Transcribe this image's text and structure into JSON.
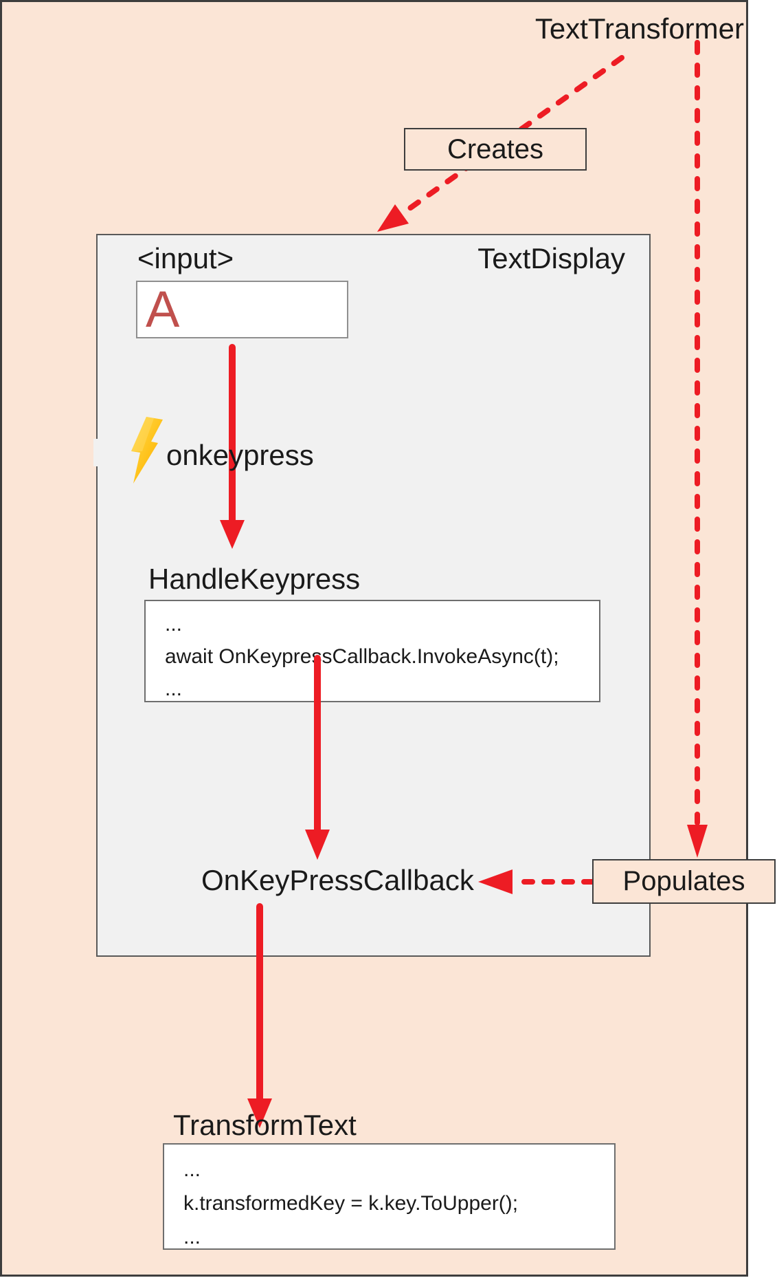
{
  "transformer": {
    "label": "TextTransformer"
  },
  "creates": {
    "label": "Creates"
  },
  "populates": {
    "label": "Populates"
  },
  "text_display": {
    "title": "TextDisplay",
    "input_tag": "<input>",
    "input_value": "A",
    "event": {
      "icon": "lightning-bolt-icon",
      "label": "onkeypress"
    },
    "handler": {
      "name": "HandleKeypress",
      "code": [
        "...",
        "await OnKeypressCallback.InvokeAsync(t);",
        "..."
      ]
    },
    "callback": {
      "name": "OnKeyPressCallback"
    }
  },
  "transform_text": {
    "name": "TransformText",
    "code": [
      "...",
      "k.transformedKey = k.key.ToUpper();",
      "..."
    ]
  },
  "colors": {
    "accent_red": "#ED1C24",
    "peach_background": "#FBE5D6",
    "panel_gray": "#F1F1F1",
    "input_letter_red": "#C0504D",
    "bolt_gold": "#FFC21A"
  }
}
